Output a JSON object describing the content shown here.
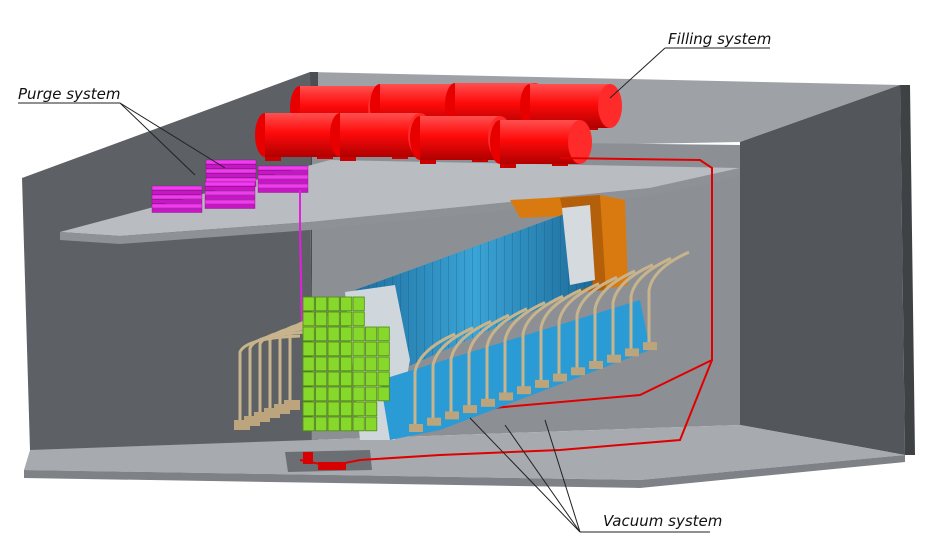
{
  "labels": {
    "filling": "Filling system",
    "purge": "Purge system",
    "vacuum": "Vacuum system"
  },
  "colors": {
    "hall_wall": "#5a5e62",
    "hall_wall_light": "#8a8e93",
    "floor": "#a9acb0",
    "tanks": "#ff1010",
    "purge": "#e21ee0",
    "calorimeter": "#2a8fc8",
    "green_modules": "#86d82a",
    "orange_frame": "#d97a10",
    "beige_lines": "#c8b48c",
    "pipes": "#e00000"
  }
}
